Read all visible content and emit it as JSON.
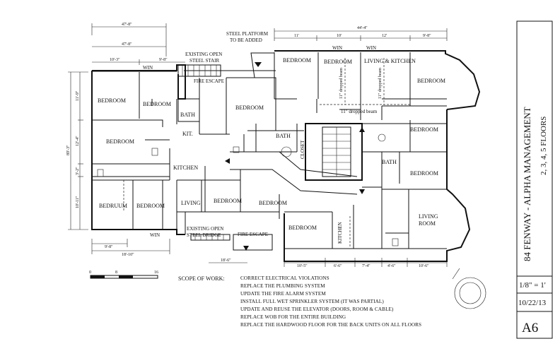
{
  "title_block": {
    "project": "84 FENWAY - ALPHA MANAGEMENT",
    "floors": "2, 3, 4, 5 FLOORS",
    "scale": "1/8\" = 1'",
    "date": "10/22/13",
    "sheet": "A6"
  },
  "rooms": {
    "bedroom": "BEDROOM",
    "bedroom_alt": "BEDRUUM",
    "bedroom_alt2": "BEDROUM",
    "bath": "BATH",
    "kitchen": "KITCHEN",
    "kit": "KIT.",
    "living": "LIVING",
    "living_kitchen": "LIVING & KITCHEN",
    "living_room_1": "LIVING",
    "living_room_2": "ROOM",
    "closet": "CLOSET",
    "win": "WIN",
    "fire_escape": "FIRE ESCAPE",
    "dropped_beam": "11\" dropped beam",
    "dropped_beam_v1": "11\" dropped beam",
    "dropped_beam_v2": "11\" dropped beam"
  },
  "notes": {
    "steel_platform_1": "STEEL PLATFORM",
    "steel_platform_2": "TO BE ADDED",
    "stair_1": "EXISTING OPEN",
    "stair_2": "STEEL STAIR",
    "bridge_1": "EXISTING OPEN",
    "bridge_2": "STEEL BRIDGE"
  },
  "dimensions": {
    "top_overall": "47'-8\"",
    "top_left": "47'-8\"",
    "top_a": "10'-3\"",
    "top_b": "9'-8\"",
    "top_right_overall": "44'-4\"",
    "top_r1": "11'",
    "top_r2": "10'",
    "top_r3": "12'",
    "top_r4": "9'-8\"",
    "left_overall": "89'-3\"",
    "left_1": "11'-9\"",
    "left_2": "12'-4\"",
    "left_3": "3'-2\"",
    "left_4": "10'-11\"",
    "bottom_left_1": "9'-8\"",
    "bottom_left_2": "18'-10\"",
    "bottom_mid": "18'-6\"",
    "bottom_r1": "10'-5\"",
    "bottom_r2": "6'-6\"",
    "bottom_r3": "7'-4\"",
    "bottom_r4": "4'-6\"",
    "bottom_r5": "10'-6\""
  },
  "scale_bar": {
    "ticks": [
      "0",
      "8",
      "16"
    ]
  },
  "scope": {
    "heading": "SCOPE OF WORK:",
    "items": [
      "CORRECT ELECTRICAL VIOLATIONS",
      "REPLACE THE PLUMBING SYSTEM",
      "UPDATE THE FIRE ALARM SYSTEM",
      "INSTALL FULL WET SPRINKLER SYSTEM (IT WAS PARTIAL)",
      "UPDATE AND REUSE THE ELEVATOR (DOORS, ROOM & CABLE)",
      "REPLACE WOB FOR THE ENTIRE BUILDING",
      "REPLACE THE HARDWOOD FLOOR FOR THE BACK UNITS ON ALL FLOORS"
    ]
  }
}
